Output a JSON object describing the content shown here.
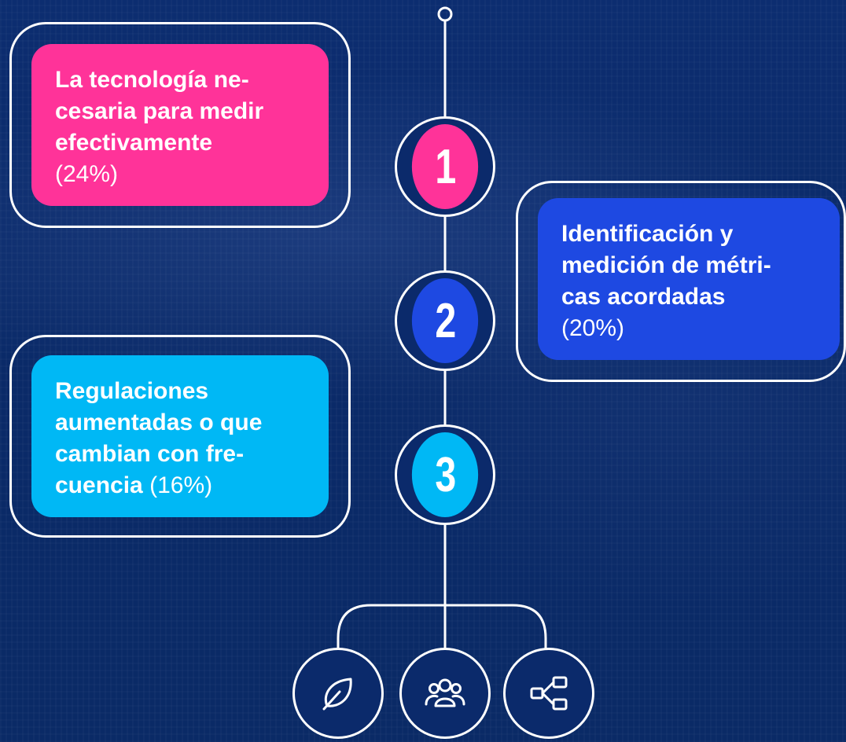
{
  "colors": {
    "background": "#0b2a6b",
    "pink": "#ff3399",
    "blue": "#1e49e2",
    "cyan": "#00b8f5",
    "line": "#ffffff"
  },
  "steps": [
    {
      "number": "1",
      "title_lines": [
        "La tecnología ne-",
        "cesaria para medir",
        "efectivamente"
      ],
      "percent": "(24%)"
    },
    {
      "number": "2",
      "title_lines": [
        "Identificación y",
        "medición de métri-",
        "cas acordadas"
      ],
      "percent": "(20%)"
    },
    {
      "number": "3",
      "title_lines": [
        "Regulaciones",
        "aumentadas o que",
        "cambian con fre-",
        "cuencia"
      ],
      "percent": "(16%)"
    }
  ],
  "icons": [
    "leaf-icon",
    "people-icon",
    "share-network-icon"
  ]
}
